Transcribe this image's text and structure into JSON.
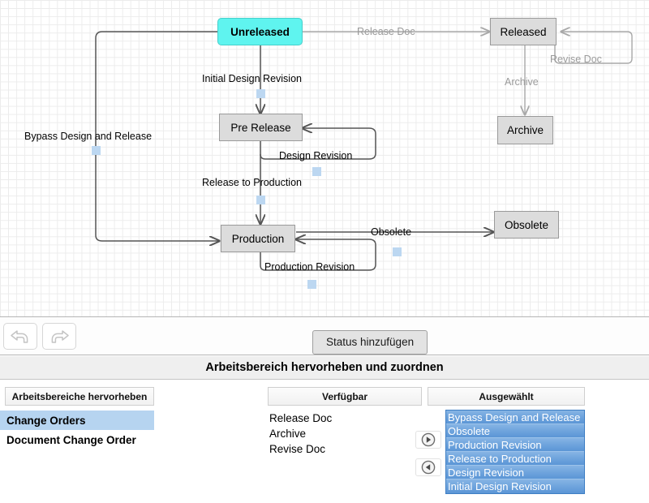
{
  "canvas": {
    "nodes": [
      {
        "id": "unreleased",
        "label": "Unreleased",
        "state": "active"
      },
      {
        "id": "released",
        "label": "Released",
        "state": "normal"
      },
      {
        "id": "prerelease",
        "label": "Pre Release",
        "state": "normal"
      },
      {
        "id": "archive",
        "label": "Archive",
        "state": "normal"
      },
      {
        "id": "production",
        "label": "Production",
        "state": "normal"
      },
      {
        "id": "obsolete",
        "label": "Obsolete",
        "state": "normal"
      }
    ],
    "edge_labels": [
      {
        "id": "release-doc",
        "text": "Release Doc",
        "muted": true
      },
      {
        "id": "revise-doc",
        "text": "Revise Doc",
        "muted": true
      },
      {
        "id": "archive-edge",
        "text": "Archive",
        "muted": true
      },
      {
        "id": "initial-design-revision",
        "text": "Initial Design Revision",
        "muted": false
      },
      {
        "id": "bypass-design-release",
        "text": "Bypass Design and Release",
        "muted": false
      },
      {
        "id": "design-revision",
        "text": "Design Revision",
        "muted": false
      },
      {
        "id": "release-to-production",
        "text": "Release to Production",
        "muted": false
      },
      {
        "id": "production-revision",
        "text": "Production Revision",
        "muted": false
      },
      {
        "id": "obsolete-edge",
        "text": "Obsolete",
        "muted": false
      }
    ],
    "colors": {
      "active_node": "#5ff4ef",
      "normal_node": "#dcdcdc",
      "handle": "#bcd7f1",
      "muted_edge": "#9b9b9b",
      "active_edge": "#555555"
    }
  },
  "toolbar": {
    "undo_label": "undo-arrow",
    "redo_label": "redo-arrow",
    "add_status_label": "Status hinzufügen"
  },
  "section": {
    "title": "Arbeitsbereich hervorheben und zuordnen"
  },
  "workspaces": {
    "header": "Arbeitsbereiche hervorheben",
    "items": [
      {
        "label": "Change Orders",
        "selected": true
      },
      {
        "label": "Document Change Order",
        "selected": false
      }
    ]
  },
  "available": {
    "header": "Verfügbar",
    "items": [
      "Release Doc",
      "Archive",
      "Revise Doc"
    ]
  },
  "selected": {
    "header": "Ausgewählt",
    "items": [
      "Bypass Design and Release",
      "Obsolete",
      "Production Revision",
      "Release to Production",
      "Design Revision",
      "Initial Design Revision"
    ],
    "highlight_color": "#6fa4dd"
  },
  "transfer": {
    "move_right_label": "move-right",
    "move_left_label": "move-left"
  }
}
